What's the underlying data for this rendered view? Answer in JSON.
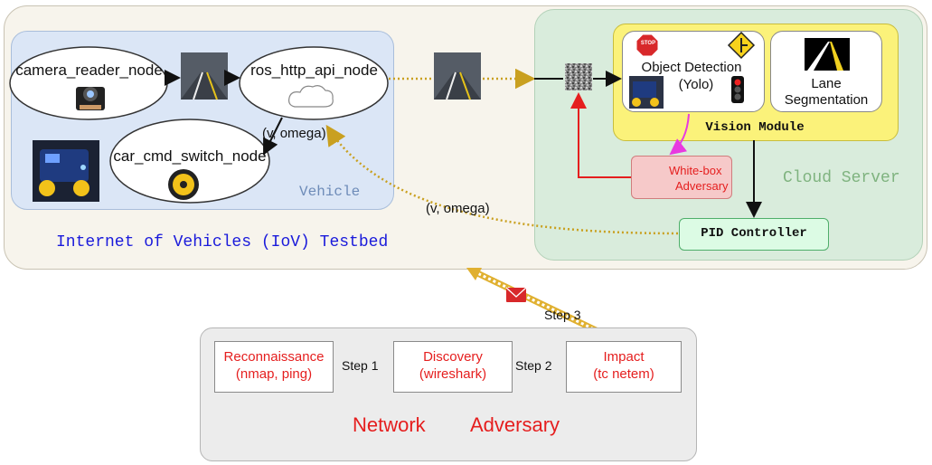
{
  "testbed": {
    "label": "Internet of Vehicles (IoV) Testbed"
  },
  "vehicle": {
    "label": "Vehicle",
    "nodes": {
      "camera_reader": "camera_reader_node",
      "ros_http_api": "ros_http_api_node",
      "car_cmd_switch": "car_cmd_switch_node"
    },
    "edge_label_v_omega": "(v, omega)"
  },
  "cloud": {
    "label": "Cloud Server",
    "vision_module_label": "Vision Module",
    "object_detection": {
      "line1": "Object Detection",
      "line2": "(Yolo)",
      "stop_sign_text": "STOP"
    },
    "lane_segmentation": {
      "line1": "Lane",
      "line2": "Segmentation"
    },
    "whitebox": {
      "line1": "White-box",
      "line2": "Adversary"
    },
    "pid_label": "PID Controller"
  },
  "return_edge_label": "(v, omega)",
  "attack": {
    "step3_label": "Step 3",
    "boxes": [
      {
        "line1": "Reconnaissance",
        "line2": "(nmap, ping)"
      },
      {
        "line1": "Discovery",
        "line2": "(wireshark)"
      },
      {
        "line1": "Impact",
        "line2": "(tc netem)"
      }
    ],
    "step1_label": "Step 1",
    "step2_label": "Step 2",
    "network_label": "Network",
    "adversary_label": "Adversary"
  },
  "colors": {
    "red": "#e51e1e",
    "vehicle_label": "#6d8bb8",
    "cloud_label": "#7fb37f",
    "testbed_label": "#1a1adb",
    "dotted": "#c9a020"
  }
}
